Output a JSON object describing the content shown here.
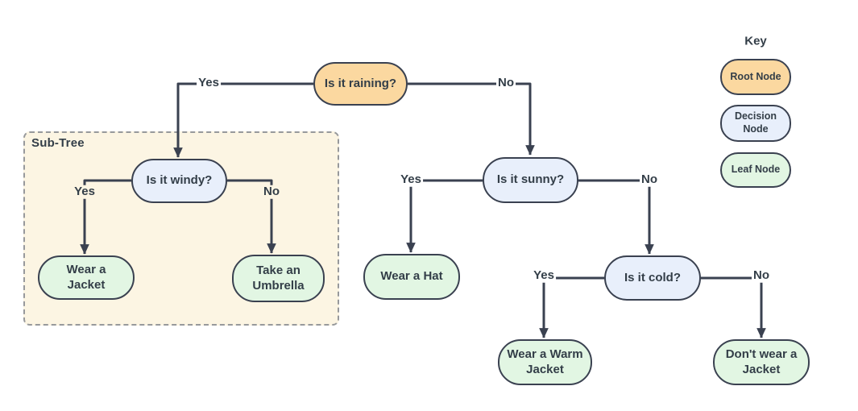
{
  "diagram": {
    "subtree_label": "Sub-Tree",
    "nodes": {
      "root": {
        "label": "Is it raining?",
        "type": "root"
      },
      "windy": {
        "label": "Is it windy?",
        "type": "decision"
      },
      "sunny": {
        "label": "Is it sunny?",
        "type": "decision"
      },
      "cold": {
        "label": "Is it cold?",
        "type": "decision"
      },
      "wear_jacket": {
        "label": "Wear a Jacket",
        "type": "leaf"
      },
      "take_umbrella": {
        "label": "Take an Umbrella",
        "type": "leaf"
      },
      "wear_hat": {
        "label": "Wear a Hat",
        "type": "leaf"
      },
      "wear_warm_jacket": {
        "label": "Wear a Warm Jacket",
        "type": "leaf"
      },
      "dont_wear_jacket": {
        "label": "Don't wear a Jacket",
        "type": "leaf"
      }
    },
    "edge_labels": {
      "root_yes": "Yes",
      "root_no": "No",
      "windy_yes": "Yes",
      "windy_no": "No",
      "sunny_yes": "Yes",
      "sunny_no": "No",
      "cold_yes": "Yes",
      "cold_no": "No"
    },
    "key": {
      "title": "Key",
      "items": [
        {
          "label": "Root Node",
          "type": "root"
        },
        {
          "label": "Decision Node",
          "type": "decision"
        },
        {
          "label": "Leaf Node",
          "type": "leaf"
        }
      ]
    },
    "colors": {
      "root_fill": "#FBD8A0",
      "decision_fill": "#E8EFFB",
      "leaf_fill": "#E2F6E3",
      "subtree_fill": "#FCF5E3",
      "subtree_border": "#97999B",
      "stroke": "#3A4150",
      "text": "#333E48",
      "background": "#FFFFFF"
    }
  }
}
